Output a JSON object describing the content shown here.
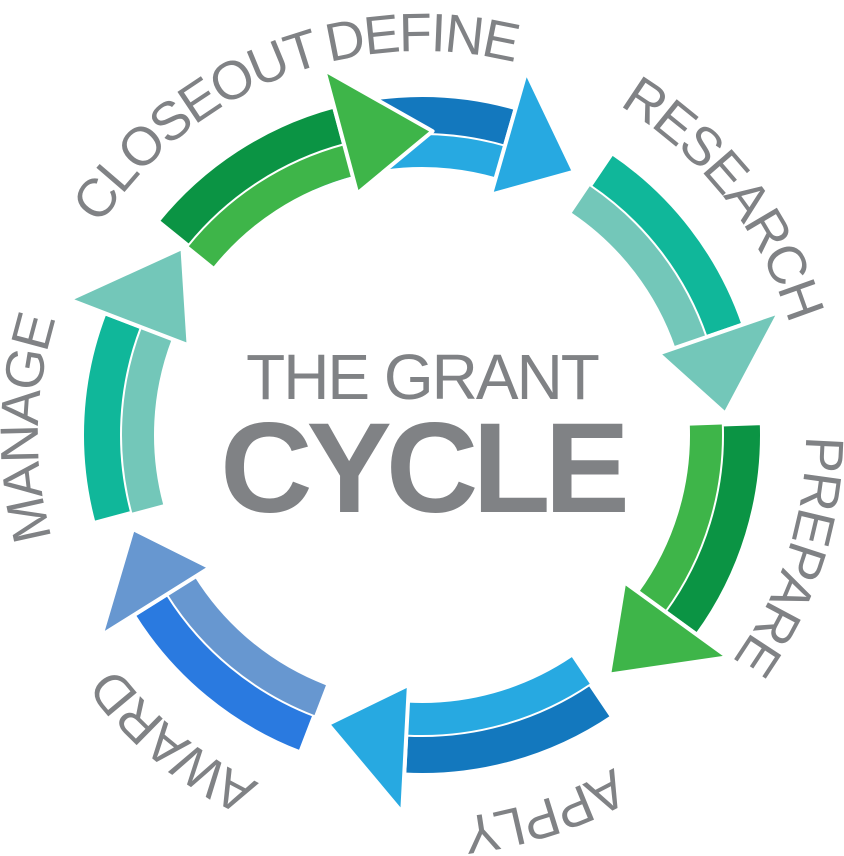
{
  "title": {
    "line1": "THE GRANT",
    "line2": "CYCLE"
  },
  "text_color": "#808285",
  "stages": [
    {
      "label": "DEFINE",
      "outer_color": "#1378BE",
      "inner_color": "#27A9E1",
      "head_color": "#27A9E1"
    },
    {
      "label": "RESEARCH",
      "outer_color": "#10B79A",
      "inner_color": "#73C7B9",
      "head_color": "#73C7B9"
    },
    {
      "label": "PREPARE",
      "outer_color": "#0B9444",
      "inner_color": "#3EB549",
      "head_color": "#3EB549"
    },
    {
      "label": "APPLY",
      "outer_color": "#1378BE",
      "inner_color": "#27A9E1",
      "head_color": "#27A9E1"
    },
    {
      "label": "AWARD",
      "outer_color": "#2A7AE0",
      "inner_color": "#6797D0",
      "head_color": "#6797D0"
    },
    {
      "label": "MANAGE",
      "outer_color": "#10B79A",
      "inner_color": "#73C7B9",
      "head_color": "#73C7B9"
    },
    {
      "label": "CLOSEOUT",
      "outer_color": "#0B9444",
      "inner_color": "#3EB549",
      "head_color": "#3EB549"
    }
  ]
}
